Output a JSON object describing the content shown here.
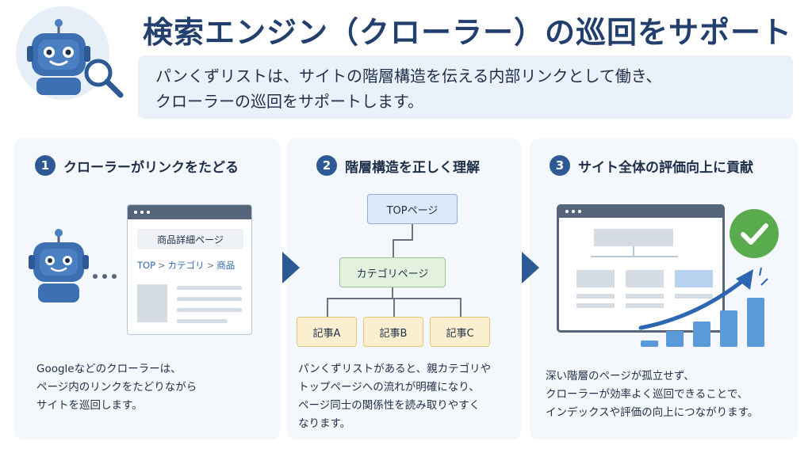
{
  "header": {
    "title": "検索エンジン（クローラー）の巡回をサポート",
    "intro": "パンくずリストは、サイトの階層構造を伝える内部リンクとして働き、\nクローラーの巡回をサポートします。"
  },
  "steps": [
    {
      "number": "1",
      "title": "クローラーがリンクをたどる",
      "description": "Googleなどのクローラーは、\nページ内のリンクをたどりながら\nサイトを巡回します。",
      "browser": {
        "page_label": "商品詳細ページ",
        "breadcrumb": [
          "TOP",
          "カテゴリ",
          "商品"
        ],
        "separator": ">"
      }
    },
    {
      "number": "2",
      "title": "階層構造を正しく理解",
      "description": "パンくずリストがあると、親カテゴリや\nトップページへの流れが明確になり、\nページ同士の関係性を読み取りやすく\nなります。",
      "tree": {
        "top": "TOPページ",
        "category": "カテゴリページ",
        "articles": [
          "記事A",
          "記事B",
          "記事C"
        ]
      }
    },
    {
      "number": "3",
      "title": "サイト全体の評価向上に貢献",
      "description": "深い階層のページが孤立せず、\nクローラーが効率よく巡回できることで、\nインデックスや評価の向上につながります。"
    }
  ],
  "colors": {
    "primary": "#2d5a95",
    "title": "#223f6e",
    "panel": "#f4f7fb",
    "check": "#5aaa4e",
    "growth_bar": "#5b9ad8"
  },
  "icons": [
    "robot-icon",
    "magnifier-icon",
    "check-icon",
    "arrow-right-icon",
    "trend-arrow-icon"
  ]
}
